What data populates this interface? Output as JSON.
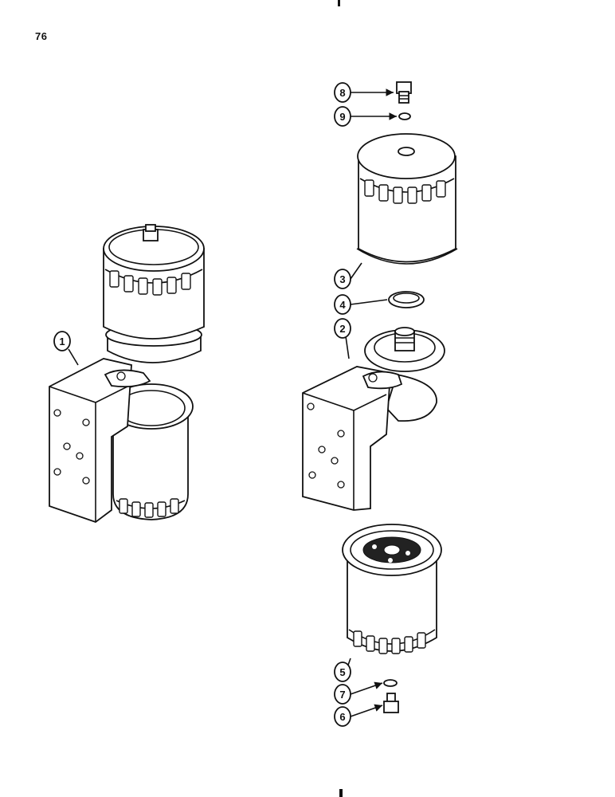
{
  "page": {
    "number": "76"
  },
  "callouts": [
    {
      "id": "c1",
      "label": "1"
    },
    {
      "id": "c2",
      "label": "2"
    },
    {
      "id": "c3",
      "label": "3"
    },
    {
      "id": "c4",
      "label": "4"
    },
    {
      "id": "c5",
      "label": "5"
    },
    {
      "id": "c6",
      "label": "6"
    },
    {
      "id": "c7",
      "label": "7"
    },
    {
      "id": "c8",
      "label": "8"
    },
    {
      "id": "c9",
      "label": "9"
    }
  ]
}
